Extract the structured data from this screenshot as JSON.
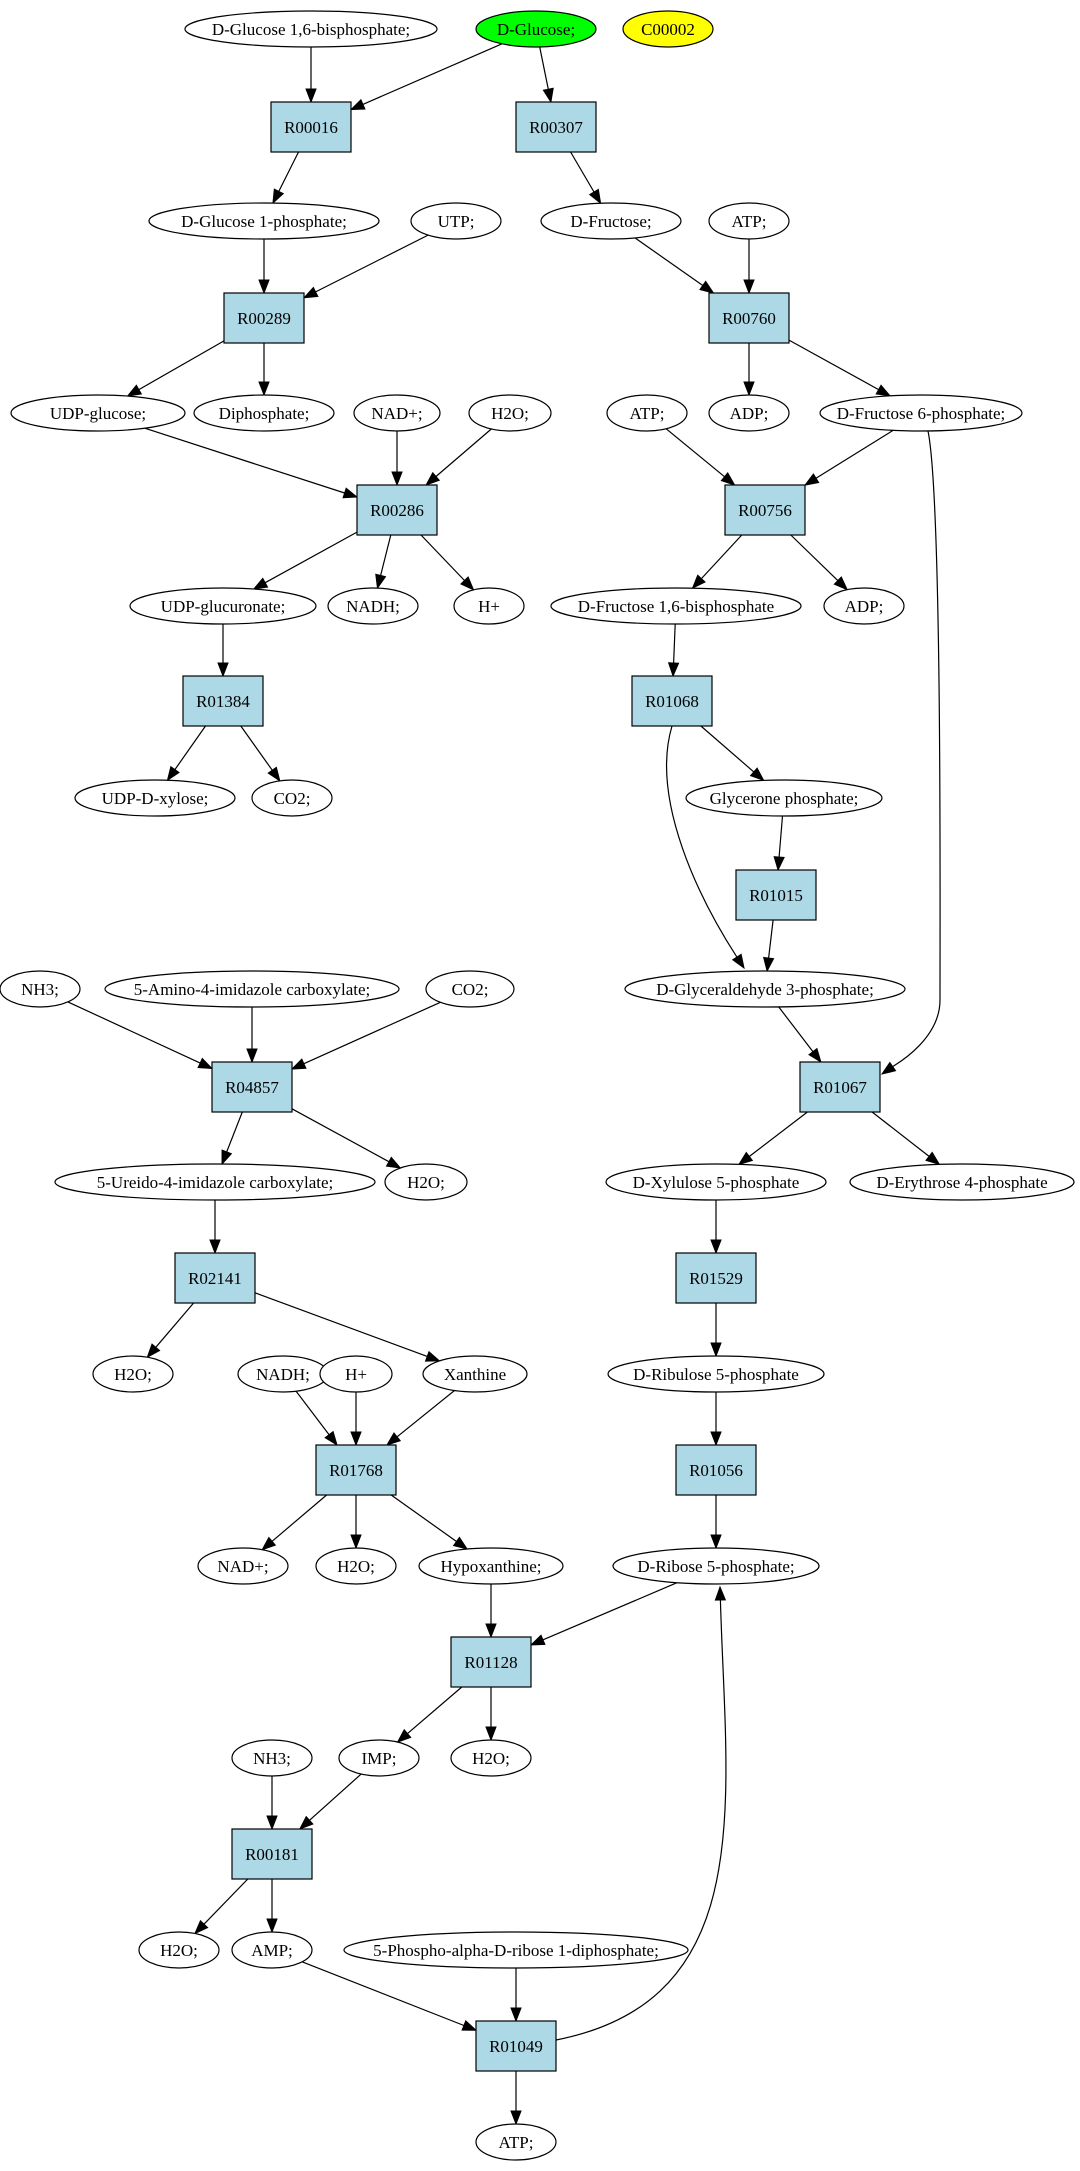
{
  "colors": {
    "reaction_fill": "#add8e6",
    "compound_fill": "#ffffff",
    "highlight_green": "#00ff00",
    "highlight_yellow": "#ffff00",
    "stroke": "#000000"
  },
  "nodes": {
    "n_g16bp": {
      "label": "D-Glucose 1,6-bisphosphate;",
      "kind": "compound"
    },
    "n_glucose": {
      "label": "D-Glucose;",
      "kind": "compound-green"
    },
    "n_c00002": {
      "label": "C00002",
      "kind": "compound-yellow"
    },
    "r_R00016": {
      "label": "R00016",
      "kind": "reaction"
    },
    "r_R00307": {
      "label": "R00307",
      "kind": "reaction"
    },
    "n_g1p": {
      "label": "D-Glucose 1-phosphate;",
      "kind": "compound"
    },
    "n_utp": {
      "label": "UTP;",
      "kind": "compound"
    },
    "n_fructose": {
      "label": "D-Fructose;",
      "kind": "compound"
    },
    "n_atp1": {
      "label": "ATP;",
      "kind": "compound"
    },
    "r_R00289": {
      "label": "R00289",
      "kind": "reaction"
    },
    "r_R00760": {
      "label": "R00760",
      "kind": "reaction"
    },
    "n_udpglc": {
      "label": "UDP-glucose;",
      "kind": "compound"
    },
    "n_diphos": {
      "label": "Diphosphate;",
      "kind": "compound"
    },
    "n_nadp1": {
      "label": "NAD+;",
      "kind": "compound"
    },
    "n_h2o1": {
      "label": "H2O;",
      "kind": "compound"
    },
    "n_atp2": {
      "label": "ATP;",
      "kind": "compound"
    },
    "n_adp1": {
      "label": "ADP;",
      "kind": "compound"
    },
    "n_f6p": {
      "label": "D-Fructose 6-phosphate;",
      "kind": "compound"
    },
    "r_R00286": {
      "label": "R00286",
      "kind": "reaction"
    },
    "r_R00756": {
      "label": "R00756",
      "kind": "reaction"
    },
    "n_udpglcA": {
      "label": "UDP-glucuronate;",
      "kind": "compound"
    },
    "n_nadh1": {
      "label": "NADH;",
      "kind": "compound"
    },
    "n_hplus1": {
      "label": "H+",
      "kind": "compound"
    },
    "n_f16bp": {
      "label": "D-Fructose 1,6-bisphosphate",
      "kind": "compound"
    },
    "n_adp2": {
      "label": "ADP;",
      "kind": "compound"
    },
    "r_R01384": {
      "label": "R01384",
      "kind": "reaction"
    },
    "r_R01068": {
      "label": "R01068",
      "kind": "reaction"
    },
    "n_udpxyl": {
      "label": "UDP-D-xylose;",
      "kind": "compound"
    },
    "n_co2a": {
      "label": "CO2;",
      "kind": "compound"
    },
    "n_glycp": {
      "label": "Glycerone phosphate;",
      "kind": "compound"
    },
    "r_R01015": {
      "label": "R01015",
      "kind": "reaction"
    },
    "n_nh3a": {
      "label": "NH3;",
      "kind": "compound"
    },
    "n_aica": {
      "label": "5-Amino-4-imidazole carboxylate;",
      "kind": "compound"
    },
    "n_co2b": {
      "label": "CO2;",
      "kind": "compound"
    },
    "n_g3p": {
      "label": "D-Glyceraldehyde 3-phosphate;",
      "kind": "compound"
    },
    "r_R04857": {
      "label": "R04857",
      "kind": "reaction"
    },
    "r_R01067": {
      "label": "R01067",
      "kind": "reaction"
    },
    "n_uica": {
      "label": "5-Ureido-4-imidazole carboxylate;",
      "kind": "compound"
    },
    "n_h2o2": {
      "label": "H2O;",
      "kind": "compound"
    },
    "n_xu5p": {
      "label": "D-Xylulose 5-phosphate",
      "kind": "compound"
    },
    "n_e4p": {
      "label": "D-Erythrose 4-phosphate",
      "kind": "compound"
    },
    "r_R02141": {
      "label": "R02141",
      "kind": "reaction"
    },
    "r_R01529": {
      "label": "R01529",
      "kind": "reaction"
    },
    "n_h2o3": {
      "label": "H2O;",
      "kind": "compound"
    },
    "n_nadh2": {
      "label": "NADH;",
      "kind": "compound"
    },
    "n_hplus2": {
      "label": "H+",
      "kind": "compound"
    },
    "n_xanthine": {
      "label": "Xanthine",
      "kind": "compound"
    },
    "n_ru5p": {
      "label": "D-Ribulose 5-phosphate",
      "kind": "compound"
    },
    "r_R01768": {
      "label": "R01768",
      "kind": "reaction"
    },
    "r_R01056": {
      "label": "R01056",
      "kind": "reaction"
    },
    "n_nadp2": {
      "label": "NAD+;",
      "kind": "compound"
    },
    "n_h2o4": {
      "label": "H2O;",
      "kind": "compound"
    },
    "n_hypox": {
      "label": "Hypoxanthine;",
      "kind": "compound"
    },
    "n_r5p": {
      "label": "D-Ribose 5-phosphate;",
      "kind": "compound"
    },
    "r_R01128": {
      "label": "R01128",
      "kind": "reaction"
    },
    "n_nh3b": {
      "label": "NH3;",
      "kind": "compound"
    },
    "n_imp": {
      "label": "IMP;",
      "kind": "compound"
    },
    "n_h2o5": {
      "label": "H2O;",
      "kind": "compound"
    },
    "r_R00181": {
      "label": "R00181",
      "kind": "reaction"
    },
    "n_h2o6": {
      "label": "H2O;",
      "kind": "compound"
    },
    "n_amp": {
      "label": "AMP;",
      "kind": "compound"
    },
    "n_prpp": {
      "label": "5-Phospho-alpha-D-ribose 1-diphosphate;",
      "kind": "compound"
    },
    "r_R01049": {
      "label": "R01049",
      "kind": "reaction"
    },
    "n_atp3": {
      "label": "ATP;",
      "kind": "compound"
    }
  },
  "edges": [
    [
      "n_g16bp",
      "r_R00016"
    ],
    [
      "n_glucose",
      "r_R00016"
    ],
    [
      "n_glucose",
      "r_R00307"
    ],
    [
      "r_R00016",
      "n_g1p"
    ],
    [
      "r_R00307",
      "n_fructose"
    ],
    [
      "n_g1p",
      "r_R00289"
    ],
    [
      "n_utp",
      "r_R00289"
    ],
    [
      "n_fructose",
      "r_R00760"
    ],
    [
      "n_atp1",
      "r_R00760"
    ],
    [
      "r_R00289",
      "n_udpglc"
    ],
    [
      "r_R00289",
      "n_diphos"
    ],
    [
      "r_R00760",
      "n_adp1"
    ],
    [
      "r_R00760",
      "n_f6p"
    ],
    [
      "n_udpglc",
      "r_R00286"
    ],
    [
      "n_nadp1",
      "r_R00286"
    ],
    [
      "n_h2o1",
      "r_R00286"
    ],
    [
      "n_atp2",
      "r_R00756"
    ],
    [
      "n_f6p",
      "r_R00756"
    ],
    [
      "r_R00286",
      "n_udpglcA"
    ],
    [
      "r_R00286",
      "n_nadh1"
    ],
    [
      "r_R00286",
      "n_hplus1"
    ],
    [
      "r_R00756",
      "n_f16bp"
    ],
    [
      "r_R00756",
      "n_adp2"
    ],
    [
      "n_udpglcA",
      "r_R01384"
    ],
    [
      "n_f16bp",
      "r_R01068"
    ],
    [
      "r_R01384",
      "n_udpxyl"
    ],
    [
      "r_R01384",
      "n_co2a"
    ],
    [
      "r_R01068",
      "n_glycp"
    ],
    [
      "n_glycp",
      "r_R01015"
    ],
    [
      "r_R01068",
      "n_g3p"
    ],
    [
      "r_R01015",
      "n_g3p"
    ],
    [
      "n_nh3a",
      "r_R04857"
    ],
    [
      "n_aica",
      "r_R04857"
    ],
    [
      "n_co2b",
      "r_R04857"
    ],
    [
      "n_g3p",
      "r_R01067"
    ],
    [
      "n_f6p",
      "r_R01067"
    ],
    [
      "r_R04857",
      "n_uica"
    ],
    [
      "r_R04857",
      "n_h2o2"
    ],
    [
      "r_R01067",
      "n_xu5p"
    ],
    [
      "r_R01067",
      "n_e4p"
    ],
    [
      "n_uica",
      "r_R02141"
    ],
    [
      "n_xu5p",
      "r_R01529"
    ],
    [
      "r_R02141",
      "n_h2o3"
    ],
    [
      "r_R02141",
      "n_xanthine"
    ],
    [
      "r_R01529",
      "n_ru5p"
    ],
    [
      "n_nadh2",
      "r_R01768"
    ],
    [
      "n_hplus2",
      "r_R01768"
    ],
    [
      "n_xanthine",
      "r_R01768"
    ],
    [
      "n_ru5p",
      "r_R01056"
    ],
    [
      "r_R01768",
      "n_nadp2"
    ],
    [
      "r_R01768",
      "n_h2o4"
    ],
    [
      "r_R01768",
      "n_hypox"
    ],
    [
      "r_R01056",
      "n_r5p"
    ],
    [
      "n_hypox",
      "r_R01128"
    ],
    [
      "n_r5p",
      "r_R01128"
    ],
    [
      "r_R01128",
      "n_imp"
    ],
    [
      "r_R01128",
      "n_h2o5"
    ],
    [
      "n_nh3b",
      "r_R00181"
    ],
    [
      "n_imp",
      "r_R00181"
    ],
    [
      "r_R00181",
      "n_h2o6"
    ],
    [
      "r_R00181",
      "n_amp"
    ],
    [
      "n_amp",
      "r_R01049"
    ],
    [
      "n_prpp",
      "r_R01049"
    ],
    [
      "r_R01049",
      "n_atp3"
    ],
    [
      "r_R01049",
      "n_r5p"
    ]
  ]
}
